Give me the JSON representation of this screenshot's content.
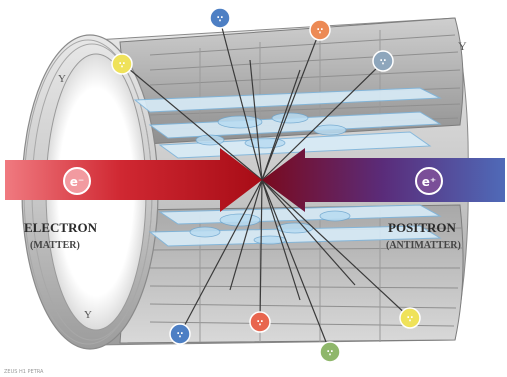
{
  "labels": {
    "electron": "ELECTRON",
    "electron_sub": "(MATTER)",
    "positron": "POSITRON",
    "positron_sub": "(ANTIMATTER)",
    "electron_symbol": "e⁻",
    "positron_symbol": "e⁺",
    "axis_mark": "Y",
    "credit": "ZEUS H1 PETRA"
  },
  "colors": {
    "electron_beam": "#c81e2a",
    "positron_beam": "#3d3f9a",
    "detector_grey": "#b9b9b9",
    "tracks": "#3a3a3a"
  },
  "particles": [
    {
      "name": "blue-top",
      "color": "#4d7fc4",
      "glyph": "∵"
    },
    {
      "name": "orange-top",
      "color": "#ec8a55",
      "glyph": "∵"
    },
    {
      "name": "yellow-top",
      "color": "#efe25a",
      "glyph": "∵"
    },
    {
      "name": "grey-blue-top",
      "color": "#8ea6bc",
      "glyph": "∵"
    },
    {
      "name": "blue-bottom",
      "color": "#4d7fc4",
      "glyph": "∵"
    },
    {
      "name": "red-bottom",
      "color": "#e8664f",
      "glyph": "∵"
    },
    {
      "name": "green-bottom",
      "color": "#8fb76b",
      "glyph": "∵"
    },
    {
      "name": "yellow-bottom",
      "color": "#efe25a",
      "glyph": "∵"
    }
  ]
}
